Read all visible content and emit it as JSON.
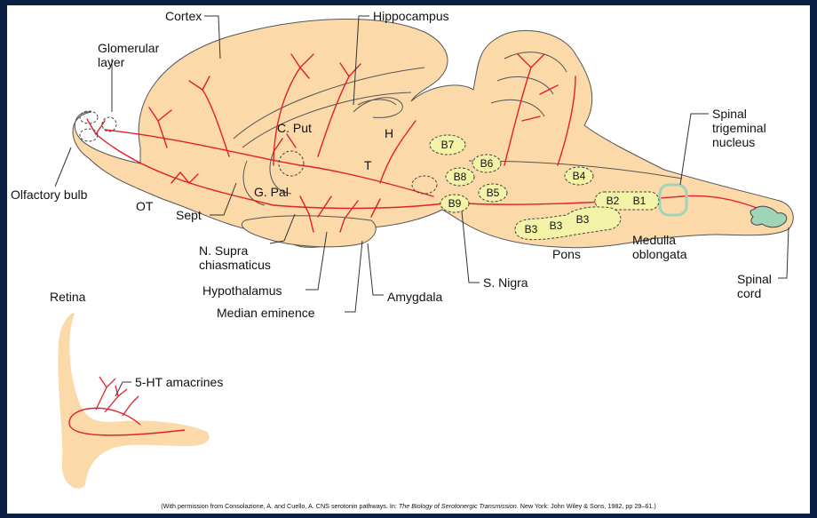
{
  "labels": {
    "cortex": "Cortex",
    "hippocampus": "Hippocampus",
    "glomerular_layer": "Glomerular\nlayer",
    "olfactory_bulb": "Olfactory bulb",
    "ot": "OT",
    "sept": "Sept",
    "c_put": "C. Put",
    "g_pal": "G. Pal",
    "h": "H",
    "t": "T",
    "n_supra": "N. Supra\nchiasmaticus",
    "hypothalamus": "Hypothalamus",
    "median_eminence": "Median eminence",
    "amygdala": "Amygdala",
    "s_nigra": "S. Nigra",
    "pons": "Pons",
    "medulla": "Medulla\noblongata",
    "spinal_trigeminal": "Spinal\ntrigeminal\nnucleus",
    "spinal_cord": "Spinal\ncord",
    "retina": "Retina",
    "amacrines": "5-HT amacrines"
  },
  "nuclei": {
    "b1": "B1",
    "b2": "B2",
    "b3a": "B3",
    "b3b": "B3",
    "b3c": "B3",
    "b4": "B4",
    "b5": "B5",
    "b6": "B6",
    "b7": "B7",
    "b8": "B8",
    "b9": "B9"
  },
  "credit": {
    "prefix": "(With permission from Consolazione, A. and Cuello, A. CNS serotonin pathways. In: ",
    "title": "The Biology of Serotonergic Transmission",
    "suffix": ". New York: John Wiley & Sons, 1982, pp 29–61.)"
  },
  "colors": {
    "tissue": "#fbd9a8",
    "pathway": "#e0202a",
    "nucleus": "#f3f3a8",
    "trigeminal": "#9fd4b8",
    "frame": "#0a1f44"
  }
}
